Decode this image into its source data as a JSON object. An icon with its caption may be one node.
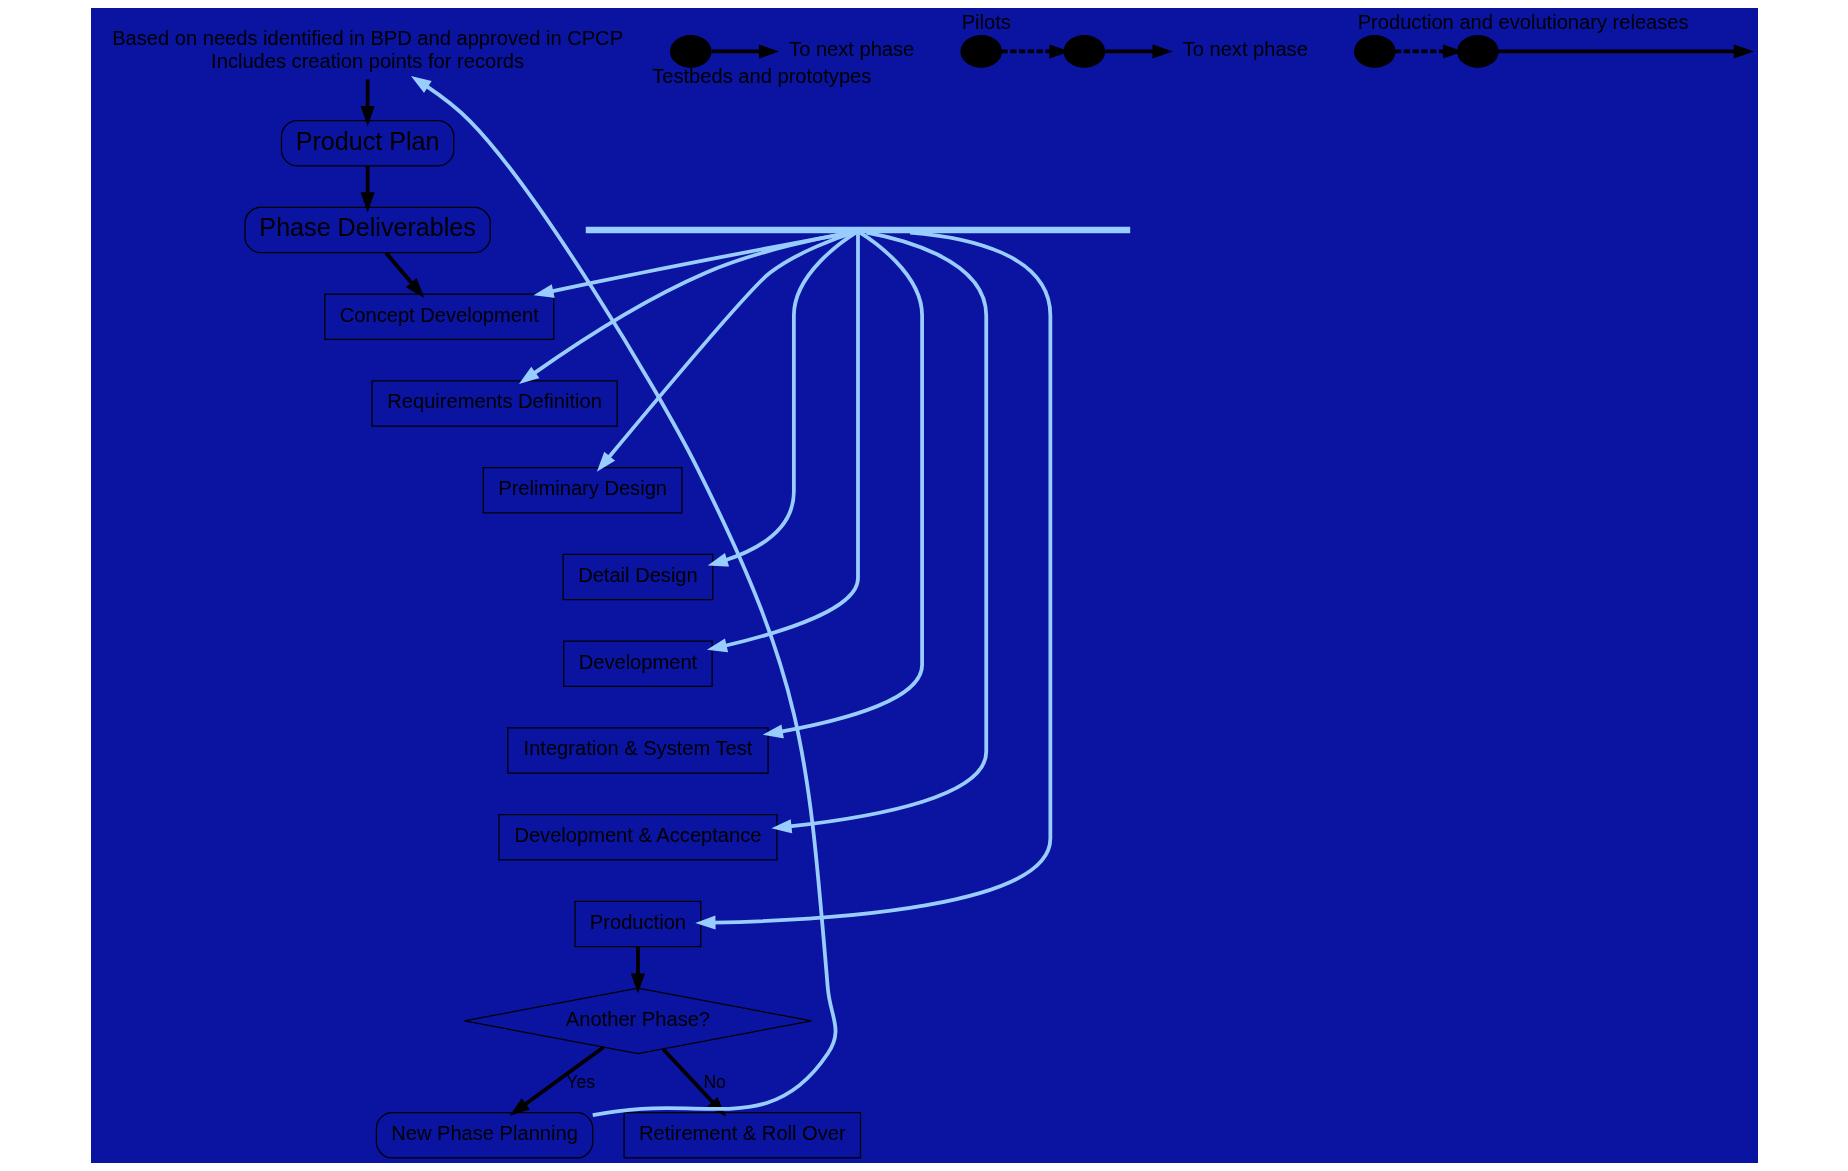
{
  "diagram": {
    "nodes": [
      {
        "text": [
          "Product Plan"
        ]
      },
      {
        "text": [
          "Phase Deliverables"
        ]
      },
      {
        "text": [
          "Concept Development"
        ]
      },
      {
        "text": [
          "Requirements Definition"
        ]
      },
      {
        "text": [
          "Preliminary Design"
        ]
      },
      {
        "text": [
          "Detail Design"
        ]
      },
      {
        "text": [
          "Development"
        ]
      },
      {
        "text": [
          "Integration & System Test"
        ]
      },
      {
        "text": [
          "Development & Acceptance"
        ]
      },
      {
        "text": [
          "Production"
        ]
      },
      {
        "text": [
          "Based on needs identified in BPD and approved in CPCP",
          "Includes creation points for records"
        ]
      },
      {
        "text": [],
        "shape": "bar"
      },
      {
        "text": [],
        "shape": "circle",
        "beside": [
          "Testbeds and prototypes"
        ]
      },
      {
        "text": [
          "To next phase"
        ]
      },
      {
        "text": [],
        "shape": "circle",
        "beside": [
          "Pilots"
        ]
      },
      {
        "text": [],
        "shape": "circle"
      },
      {
        "text": [
          "To next phase"
        ]
      },
      {
        "text": [],
        "shape": "circle",
        "beside": [
          "Production and evolutionary releases"
        ]
      },
      {
        "text": [],
        "shape": "circle"
      },
      {
        "text": [
          "Another Phase?"
        ]
      },
      {
        "text": [
          "New Phase Planning"
        ]
      },
      {
        "text": [
          "Retirement & Roll Over"
        ]
      }
    ],
    "edges": [
      {
        "from": 10,
        "to": 0,
        "arrow": "to"
      },
      {
        "from": 0,
        "to": 1,
        "arrow": "to"
      },
      {
        "from": 1,
        "to": 2,
        "arrow": "to"
      },
      {
        "from": 11,
        "to": 2,
        "arrow": "to",
        "color": "#99ccff"
      },
      {
        "from": 11,
        "to": 3,
        "arrow": "to",
        "color": "#99ccff"
      },
      {
        "from": 11,
        "to": 4,
        "arrow": "to",
        "color": "#99ccff"
      },
      {
        "from": 11,
        "to": 5,
        "arrow": "to",
        "color": "#99ccff"
      },
      {
        "from": 11,
        "to": 6,
        "arrow": "to",
        "color": "#99ccff"
      },
      {
        "from": 11,
        "to": 7,
        "arrow": "to",
        "color": "#99ccff"
      },
      {
        "from": 11,
        "to": 8,
        "arrow": "to",
        "color": "#99ccff"
      },
      {
        "from": 11,
        "to": 9,
        "arrow": "to",
        "color": "#99ccff"
      },
      {
        "from": 12,
        "to": 13,
        "arrow": "to"
      },
      {
        "from": 14,
        "to": 15,
        "arrow": "to",
        "style": "dashed"
      },
      {
        "from": 15,
        "to": 16,
        "arrow": "to"
      },
      {
        "from": 17,
        "to": 18,
        "arrow": "to",
        "style": "dashed"
      },
      {
        "from": 18,
        "to": null,
        "arrow": "to"
      },
      {
        "from": 9,
        "to": 19,
        "arrow": "to"
      },
      {
        "from": 19,
        "to": 20,
        "arrow": "to",
        "label": "Yes"
      },
      {
        "from": 19,
        "to": 21,
        "arrow": "to",
        "label": "No"
      },
      {
        "from": 20,
        "to": 10,
        "arrow": "to",
        "color": "#99ccff"
      }
    ]
  }
}
